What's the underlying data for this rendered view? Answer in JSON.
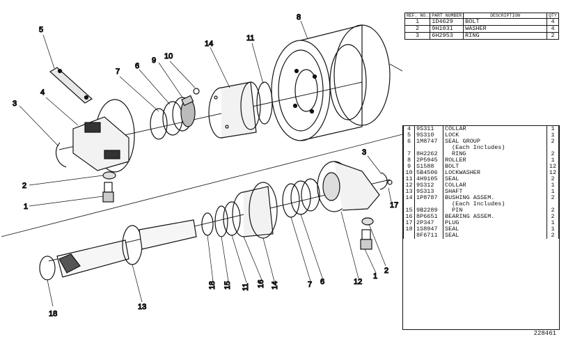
{
  "table_top": {
    "headers": {
      "ref": "REF. NO.",
      "part": "PART NUMBER",
      "desc": "DESCRIPTION",
      "qty": "QTY"
    },
    "rows": [
      {
        "ref": "1",
        "part": "1D4629",
        "desc": "BOLT",
        "qty": "4"
      },
      {
        "ref": "2",
        "part": "9H1031",
        "desc": "WASHER",
        "qty": "4"
      },
      {
        "ref": "3",
        "part": "6H2953",
        "desc": "RING",
        "qty": "2"
      }
    ]
  },
  "table_bottom": {
    "rows": [
      {
        "ref": "4",
        "part": "9S311",
        "desc": "COLLAR",
        "qty": "1"
      },
      {
        "ref": "5",
        "part": "9S310",
        "desc": "LOCK",
        "qty": "1"
      },
      {
        "ref": "6",
        "part": "1M8747",
        "desc": "SEAL GROUP",
        "qty": "2"
      },
      {
        "ref": "",
        "part": "",
        "desc": "(Each Includes)",
        "qty": "",
        "indent": true
      },
      {
        "ref": "7",
        "part": "8H2262",
        "desc": "RING",
        "qty": "2",
        "indent": true
      },
      {
        "ref": "8",
        "part": "2P5945",
        "desc": "ROLLER",
        "qty": "1"
      },
      {
        "ref": "9",
        "part": "S1588",
        "desc": "BOLT",
        "qty": "12"
      },
      {
        "ref": "10",
        "part": "5B4506",
        "desc": "LOCKWASHER",
        "qty": "12"
      },
      {
        "ref": "11",
        "part": "4H9105",
        "desc": "SEAL",
        "qty": "2"
      },
      {
        "ref": "12",
        "part": "9S312",
        "desc": "COLLAR",
        "qty": "1"
      },
      {
        "ref": "13",
        "part": "9S313",
        "desc": "SHAFT",
        "qty": "1"
      },
      {
        "ref": "14",
        "part": "1P8787",
        "desc": "BUSHING ASSEM.",
        "qty": "2"
      },
      {
        "ref": "",
        "part": "",
        "desc": "(Each Includes)",
        "qty": "",
        "indent": true
      },
      {
        "ref": "15",
        "part": "9B2289",
        "desc": "PIN",
        "qty": "2",
        "indent": true
      },
      {
        "ref": "16",
        "part": "8P6651",
        "desc": "BEARING ASSEM.",
        "qty": "2"
      },
      {
        "ref": "17",
        "part": "2P347",
        "desc": "PLUG",
        "qty": "1"
      },
      {
        "ref": "18",
        "part": "1S8947",
        "desc": "SEAL",
        "qty": "1"
      },
      {
        "ref": "",
        "part": "8F6711",
        "desc": "SEAL",
        "qty": "2"
      }
    ]
  },
  "drawing_number": "228461",
  "callouts": {
    "c5": "5",
    "c4": "4",
    "c3a": "3",
    "c2a": "2",
    "c1a": "1",
    "c7a": "7",
    "c6a": "6",
    "c9": "9",
    "c10": "10",
    "c14a": "14",
    "c11a": "11",
    "c8": "8",
    "c3b": "3",
    "c17": "17",
    "c18a": "18",
    "c13": "13",
    "c18b": "18",
    "c15": "15",
    "c11b": "11",
    "c16": "16",
    "c14b": "14",
    "c7b": "7",
    "c6b": "6",
    "c12": "12",
    "c1b": "1",
    "c2b": "2"
  }
}
